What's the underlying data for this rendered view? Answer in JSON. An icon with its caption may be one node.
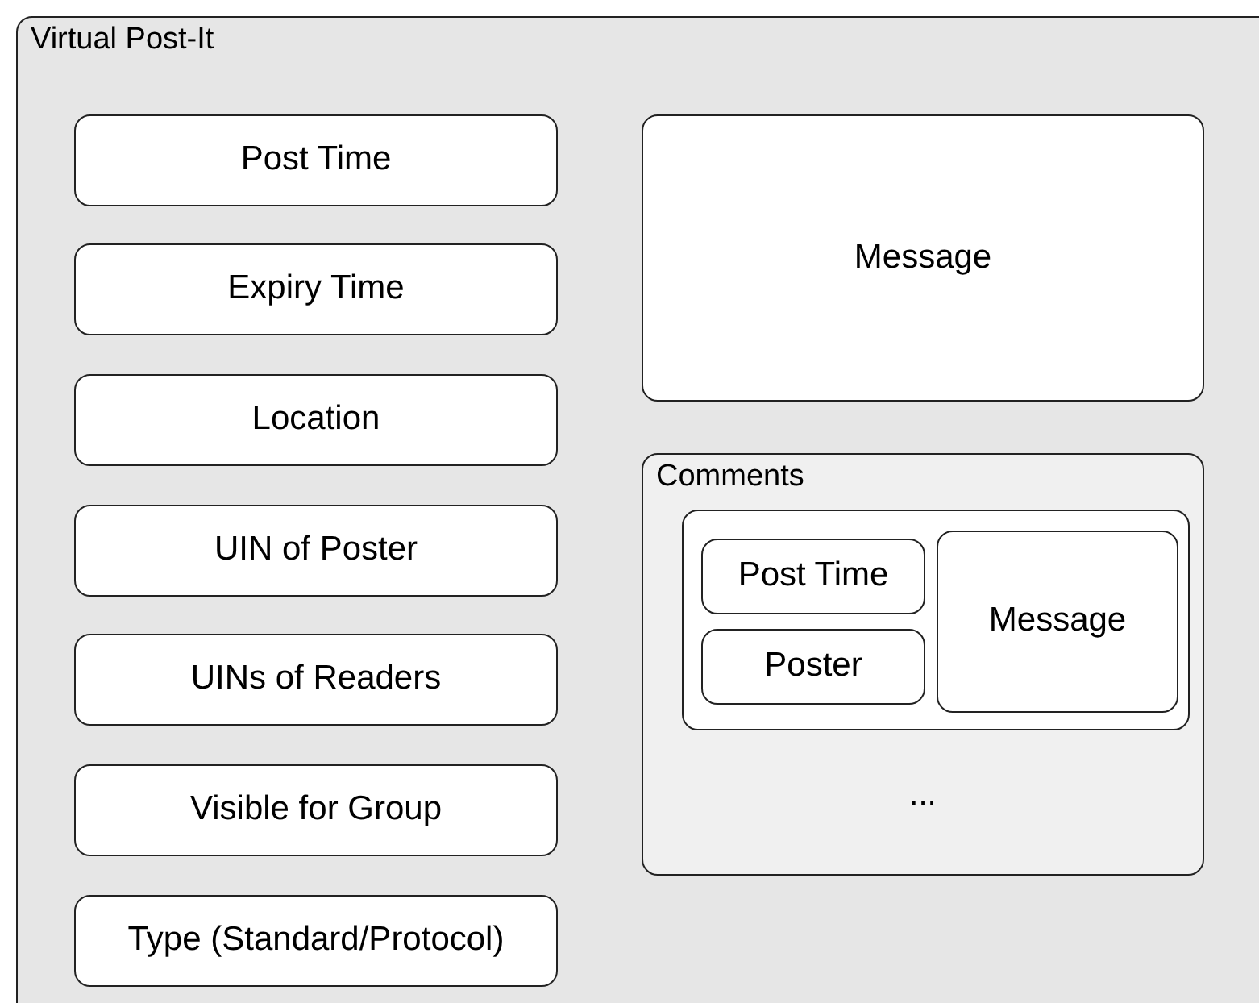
{
  "diagram": {
    "nodes": [
      {
        "text": [
          "Virtual Post-It"
        ]
      },
      {
        "text": [
          "Post Time"
        ],
        "in": 0
      },
      {
        "text": [
          "Expiry Time"
        ],
        "in": 0
      },
      {
        "text": [
          "Location"
        ],
        "in": 0
      },
      {
        "text": [
          "UIN of Poster"
        ],
        "in": 0
      },
      {
        "text": [
          "UINs of Readers"
        ],
        "in": 0
      },
      {
        "text": [
          "Visible for Group"
        ],
        "in": 0
      },
      {
        "text": [
          "Type (Standard/Protocol)"
        ],
        "in": 0
      },
      {
        "text": [
          "Message"
        ],
        "in": 0
      },
      {
        "text": [
          "Comments",
          "..."
        ],
        "in": 0
      },
      {
        "text": [],
        "shape": "box",
        "in": 9
      },
      {
        "text": [
          "Post Time"
        ],
        "in": 10
      },
      {
        "text": [
          "Poster"
        ],
        "in": 10
      },
      {
        "text": [
          "Message"
        ],
        "in": 10
      }
    ]
  }
}
